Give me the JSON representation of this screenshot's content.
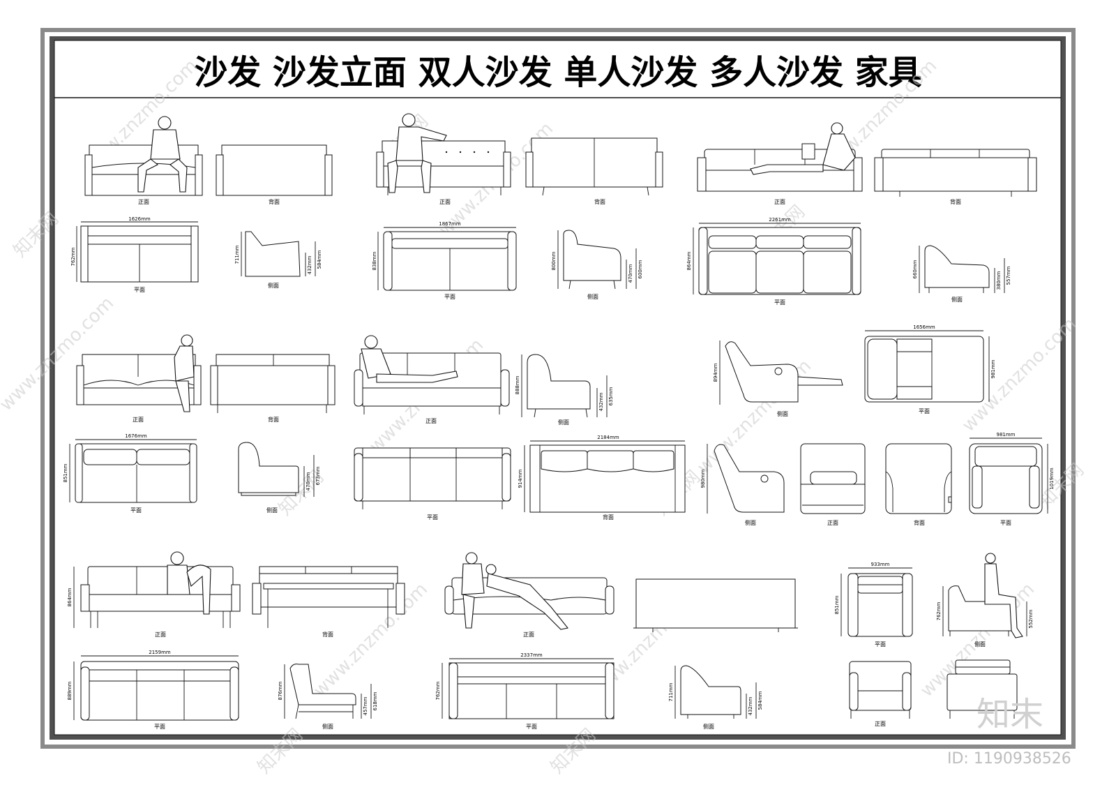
{
  "sheet": {
    "title": "沙发 沙发立面 双人沙发 单人沙发 多人沙发 家具",
    "watermark_text": "www.znzmo.com",
    "watermark_brand": "知末网",
    "logo_text": "知末",
    "id_text": "ID: 1190938526",
    "colors": {
      "frame_outer": "#7a7a7a",
      "frame_inner": "#4a4a4a",
      "line": "#111111"
    }
  },
  "views": {
    "front": "正面",
    "back": "背面",
    "plan": "平面",
    "side": "侧面"
  },
  "dims": {
    "d1626": "1626mm",
    "d762": "762mm",
    "d711": "711mm",
    "d432": "432mm",
    "d584": "584mm",
    "d1867": "1867mm",
    "d838": "838mm",
    "d800": "800mm",
    "d470": "470mm",
    "d600": "600mm",
    "d2261": "2261mm",
    "d864": "864mm",
    "d660": "660mm",
    "d380": "380mm",
    "d557": "557mm",
    "d888": "888mm",
    "d635": "635mm",
    "d894": "894mm",
    "d1656": "1656mm",
    "d981": "981mm",
    "d1676": "1676mm",
    "d851": "851mm",
    "d673": "673mm",
    "d2184": "2184mm",
    "d914": "914mm",
    "d980": "980mm",
    "d1019": "1019mm",
    "d2159": "2159mm",
    "d889": "889mm",
    "d876": "876mm",
    "d457": "457mm",
    "d618": "618mm",
    "d2337": "2337mm",
    "d933": "933mm",
    "d552": "552mm"
  }
}
